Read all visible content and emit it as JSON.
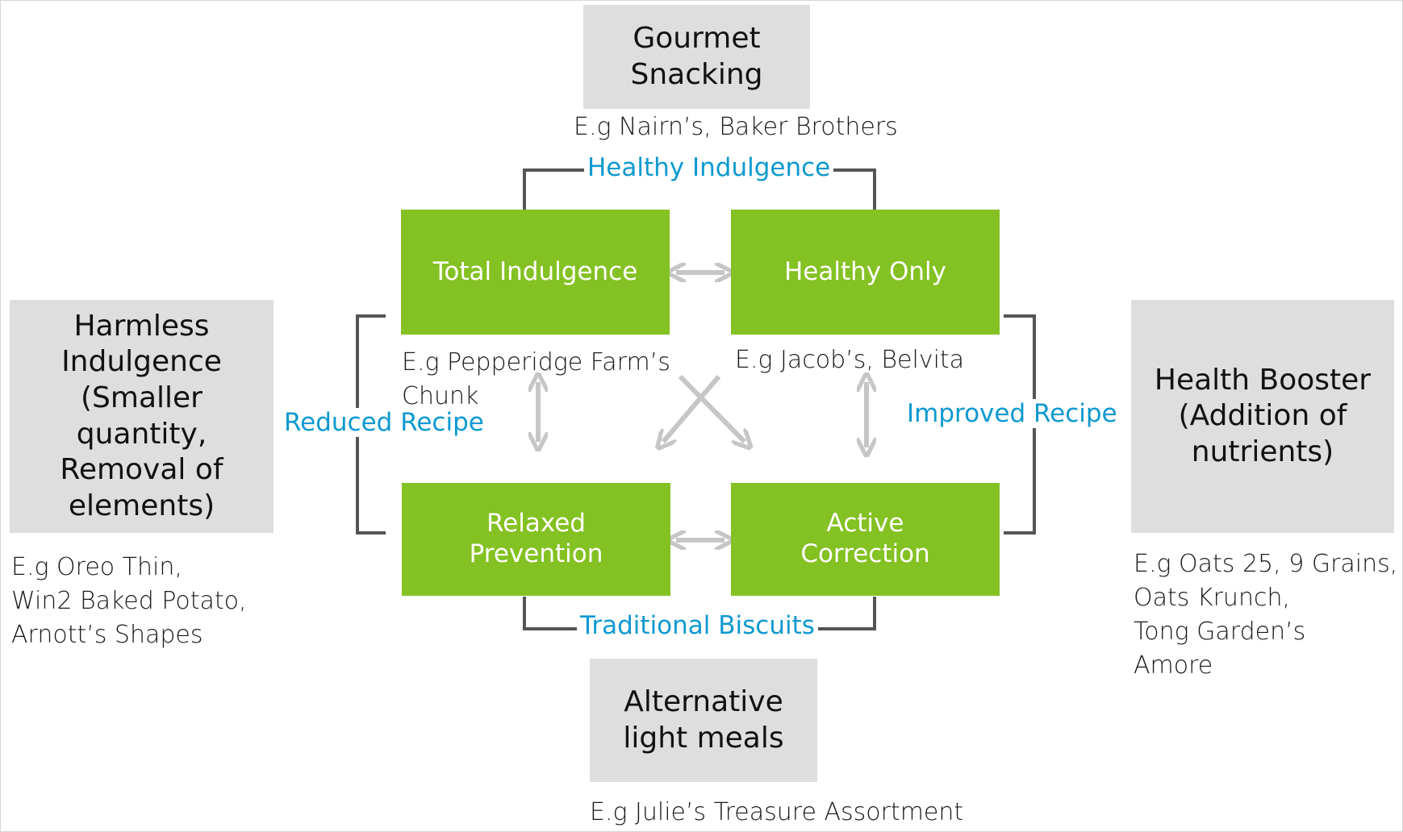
{
  "outer": {
    "top": {
      "title": "Gourmet\nSnacking",
      "example": "E.g Nairn’s, Baker Brothers"
    },
    "left": {
      "title": "Harmless\nIndulgence\n(Smaller\nquantity,\nRemoval of\nelements)",
      "example": "E.g Oreo Thin,\nWin2 Baked Potato,\nArnott’s Shapes"
    },
    "right": {
      "title": "Health Booster\n(Addition of\nnutrients)",
      "example": "E.g Oats 25, 9 Grains,\nOats Krunch,\nTong Garden’s\nAmore"
    },
    "bottom": {
      "title": "Alternative\nlight meals",
      "example": "E.g Julie’s Treasure Assortment"
    }
  },
  "quadrants": {
    "top_left": {
      "title": "Total Indulgence",
      "example": "E.g Pepperidge Farm’s\nChunk"
    },
    "top_right": {
      "title": "Healthy Only",
      "example": "E.g Jacob’s, Belvita"
    },
    "bottom_left": {
      "title": "Relaxed\nPrevention"
    },
    "bottom_right": {
      "title": "Active\nCorrection"
    }
  },
  "categories": {
    "top": "Healthy Indulgence",
    "left": "Reduced Recipe",
    "right": "Improved Recipe",
    "bottom": "Traditional Biscuits"
  },
  "colors": {
    "green": "#84c123",
    "grey_box": "#dedede",
    "category_text": "#0d99cf",
    "bracket": "#555555",
    "arrow": "#c6c6c6"
  }
}
